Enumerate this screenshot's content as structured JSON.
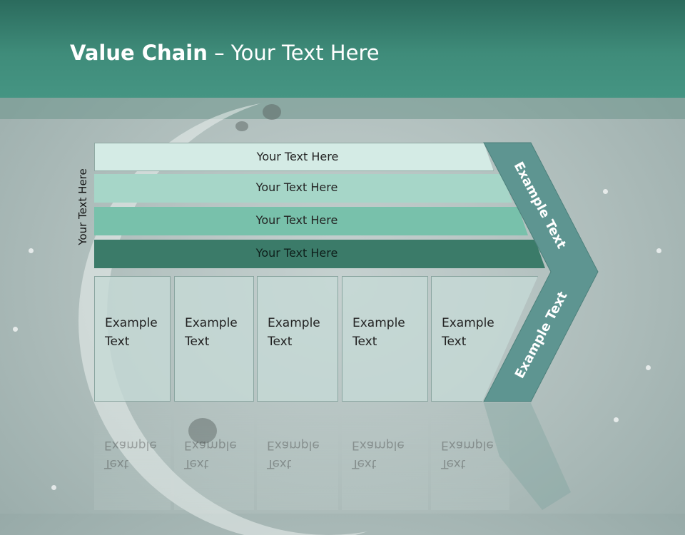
{
  "slide": {
    "title_bold": "Value Chain",
    "title_rest": " – Your Text Here"
  },
  "diagram": {
    "vertical_label": "Your Text Here",
    "rows": [
      "Your Text Here",
      "Your Text Here",
      "Your Text Here",
      "Your Text Here"
    ],
    "cells": [
      [
        "Example",
        "Text"
      ],
      [
        "Example",
        "Text"
      ],
      [
        "Example",
        "Text"
      ],
      [
        "Example",
        "Text"
      ],
      [
        "Example",
        "Text"
      ]
    ],
    "chevron_top": "Example Text",
    "chevron_bottom": "Example Text"
  },
  "colors": {
    "header": "#3f8c7a",
    "row1": "#d4ebe5",
    "row2": "#a6d6c8",
    "row3": "#78c1ab",
    "row4": "#3b7b69",
    "chevron": "#5e9591"
  }
}
